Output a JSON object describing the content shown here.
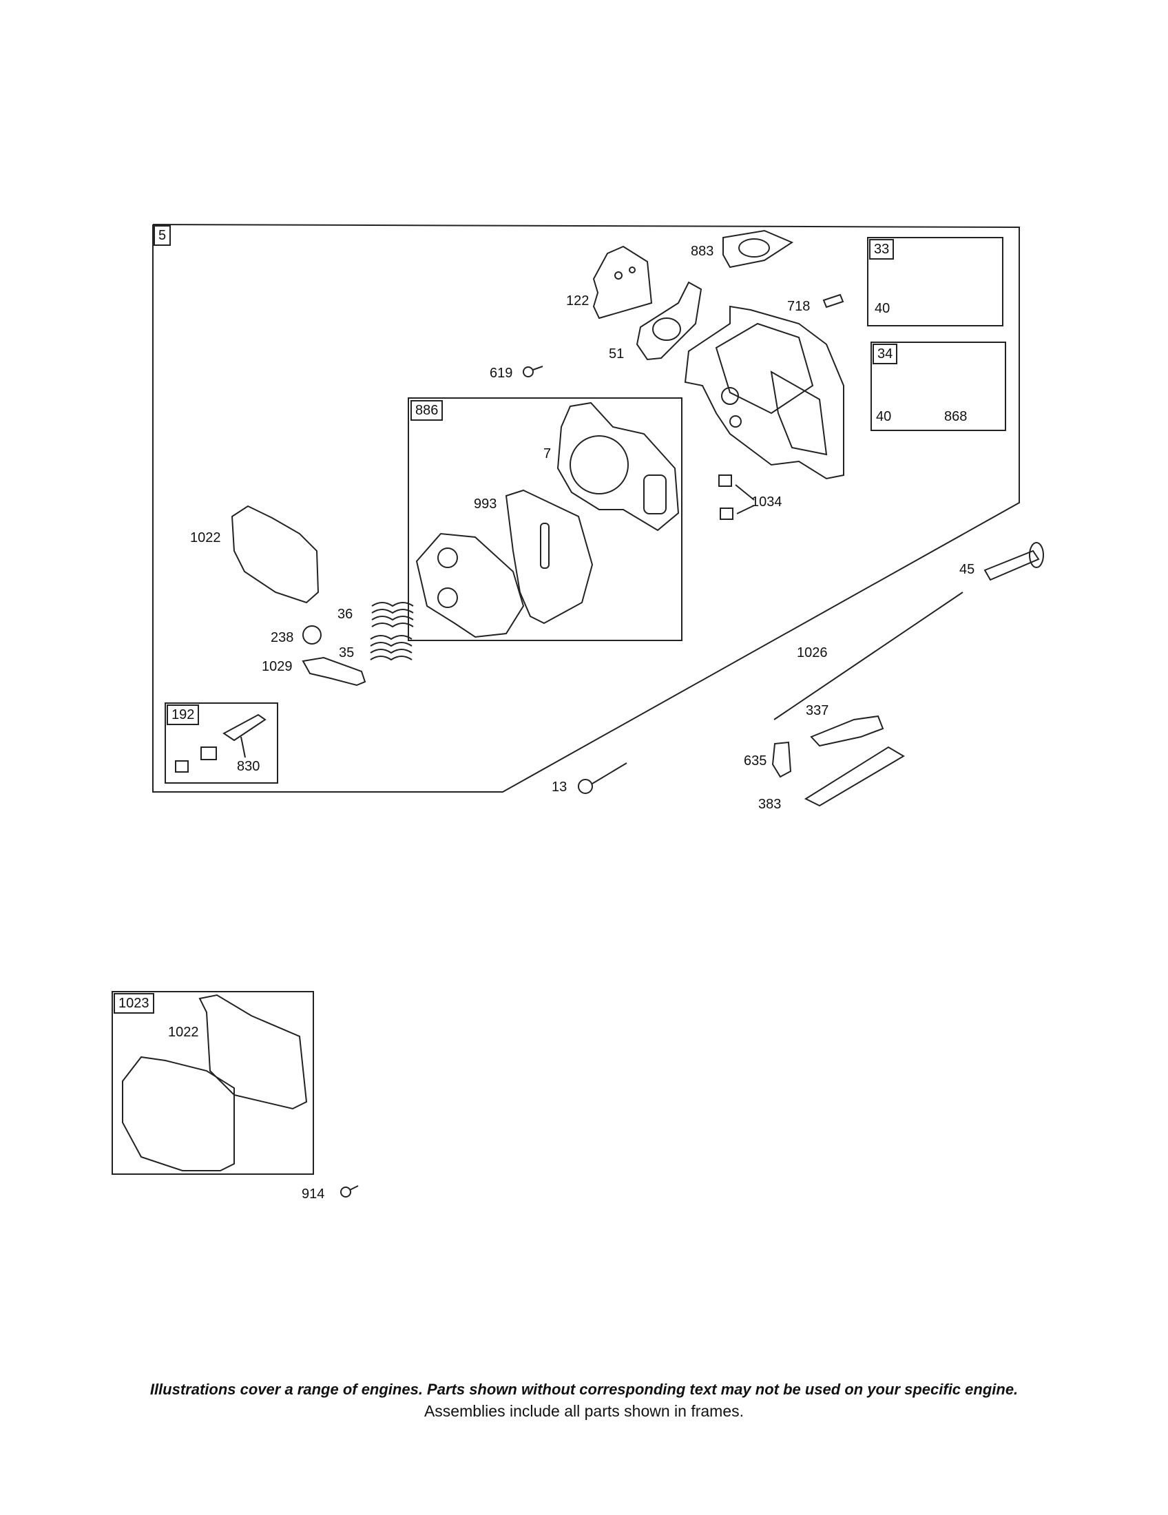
{
  "frames": {
    "main_assembly": "5",
    "gasket_set": "886",
    "exhaust_valve": "33",
    "intake_valve": "34",
    "breather": "192",
    "valve_cover": "1023"
  },
  "labels": {
    "p122": "122",
    "p883": "883",
    "p718": "718",
    "p51": "51",
    "p619": "619",
    "p7": "7",
    "p993": "993",
    "p1034": "1034",
    "p40a": "40",
    "p40b": "40",
    "p868": "868",
    "p45": "45",
    "p1022": "1022",
    "p36": "36",
    "p35": "35",
    "p238": "238",
    "p1029": "1029",
    "p830": "830",
    "p1026": "1026",
    "p337": "337",
    "p635": "635",
    "p383": "383",
    "p13": "13",
    "p1022b": "1022",
    "p914": "914"
  },
  "footer": {
    "line1": "Illustrations cover a range of engines. Parts shown without corresponding text may not be used on your specific engine.",
    "line2": "Assemblies include all parts shown in frames."
  }
}
